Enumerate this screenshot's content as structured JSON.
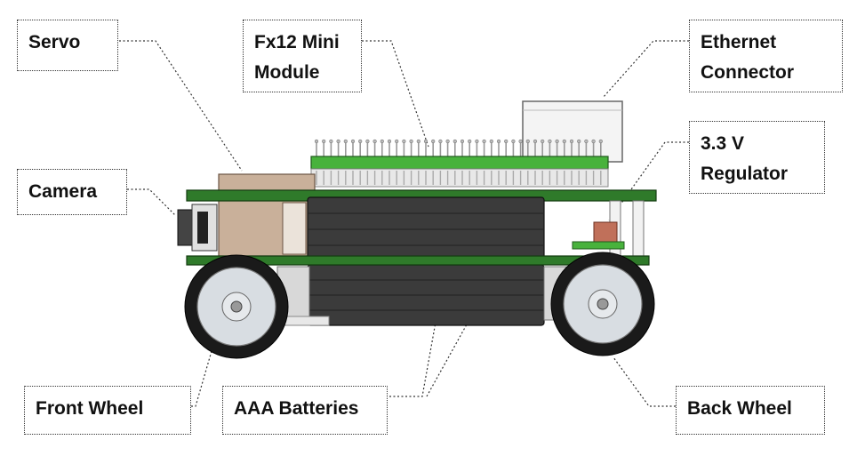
{
  "labels": {
    "servo": "Servo",
    "fx12_line1": "Fx12 Mini",
    "fx12_line2": "Module",
    "ethernet_line1": "Ethernet",
    "ethernet_line2": "Connector",
    "camera": "Camera",
    "regulator_line1": "3.3 V",
    "regulator_line2": "Regulator",
    "front_wheel": "Front Wheel",
    "aaa_batteries": "AAA Batteries",
    "back_wheel": "Back Wheel"
  },
  "colors": {
    "pcb_green": "#2f7a2a",
    "pcb_light_green": "#48b23c",
    "battery": "#3b3b3b",
    "servo": "#c9b09a",
    "wheel_tire": "#1a1a1a",
    "wheel_hub": "#d8dde2",
    "regulator": "#c0705a"
  }
}
